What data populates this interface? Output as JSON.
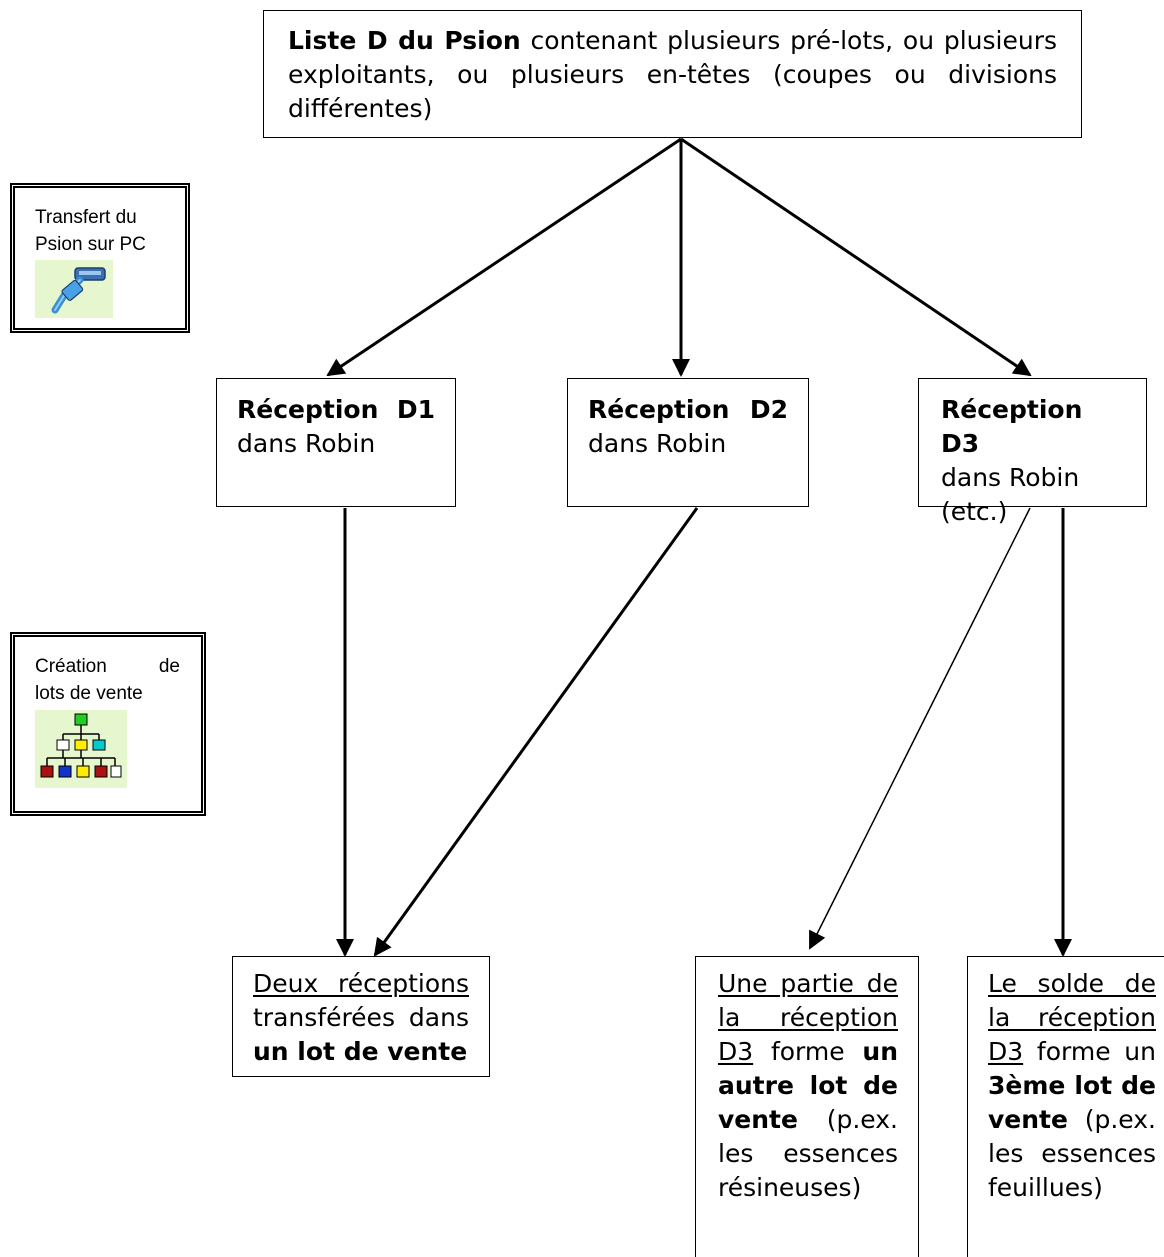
{
  "top_box": {
    "title_bold": "Liste D du Psion",
    "line1_rest": "contenant plusieurs pré-lots, ou plusieurs",
    "line2": "exploitants, ou plusieurs en-têtes (coupes ou divisions",
    "line3": "différentes)"
  },
  "side_transfer": {
    "line1": "Transfert du",
    "line2": "Psion sur PC",
    "icon": "usb-cable-icon"
  },
  "side_creation": {
    "line1": "Création de",
    "line2": "lots de vente",
    "icon": "hierarchy-tree-icon"
  },
  "reception_d1": {
    "title": "Réception D1",
    "line2": "dans Robin"
  },
  "reception_d2": {
    "title": "Réception D2",
    "line2": "dans Robin"
  },
  "reception_d3": {
    "title": "Réception D3",
    "line2": "dans Robin",
    "line3": "(etc.)"
  },
  "result_1": {
    "l1": "Deux réceptions",
    "l2": "transférées dans",
    "l3": "un lot de vente"
  },
  "result_2": {
    "l1": "Une partie de",
    "l2": "la réception",
    "l3_u": "D3",
    "l3_rest": "forme",
    "l3_bold": "un",
    "l4": "autre lot de",
    "l5_bold": "vente",
    "l5_rest": "(p.ex.",
    "l6": "les essences",
    "l7": "résineuses)"
  },
  "result_3": {
    "l1": "Le solde de",
    "l2": "la réception",
    "l3_u": "D3",
    "l3_rest": "forme un",
    "l4_bold": "3ème lot de",
    "l5_bold": "vente",
    "l5_rest": "(p.ex.",
    "l6": "les essences",
    "l7": "feuillues)"
  }
}
